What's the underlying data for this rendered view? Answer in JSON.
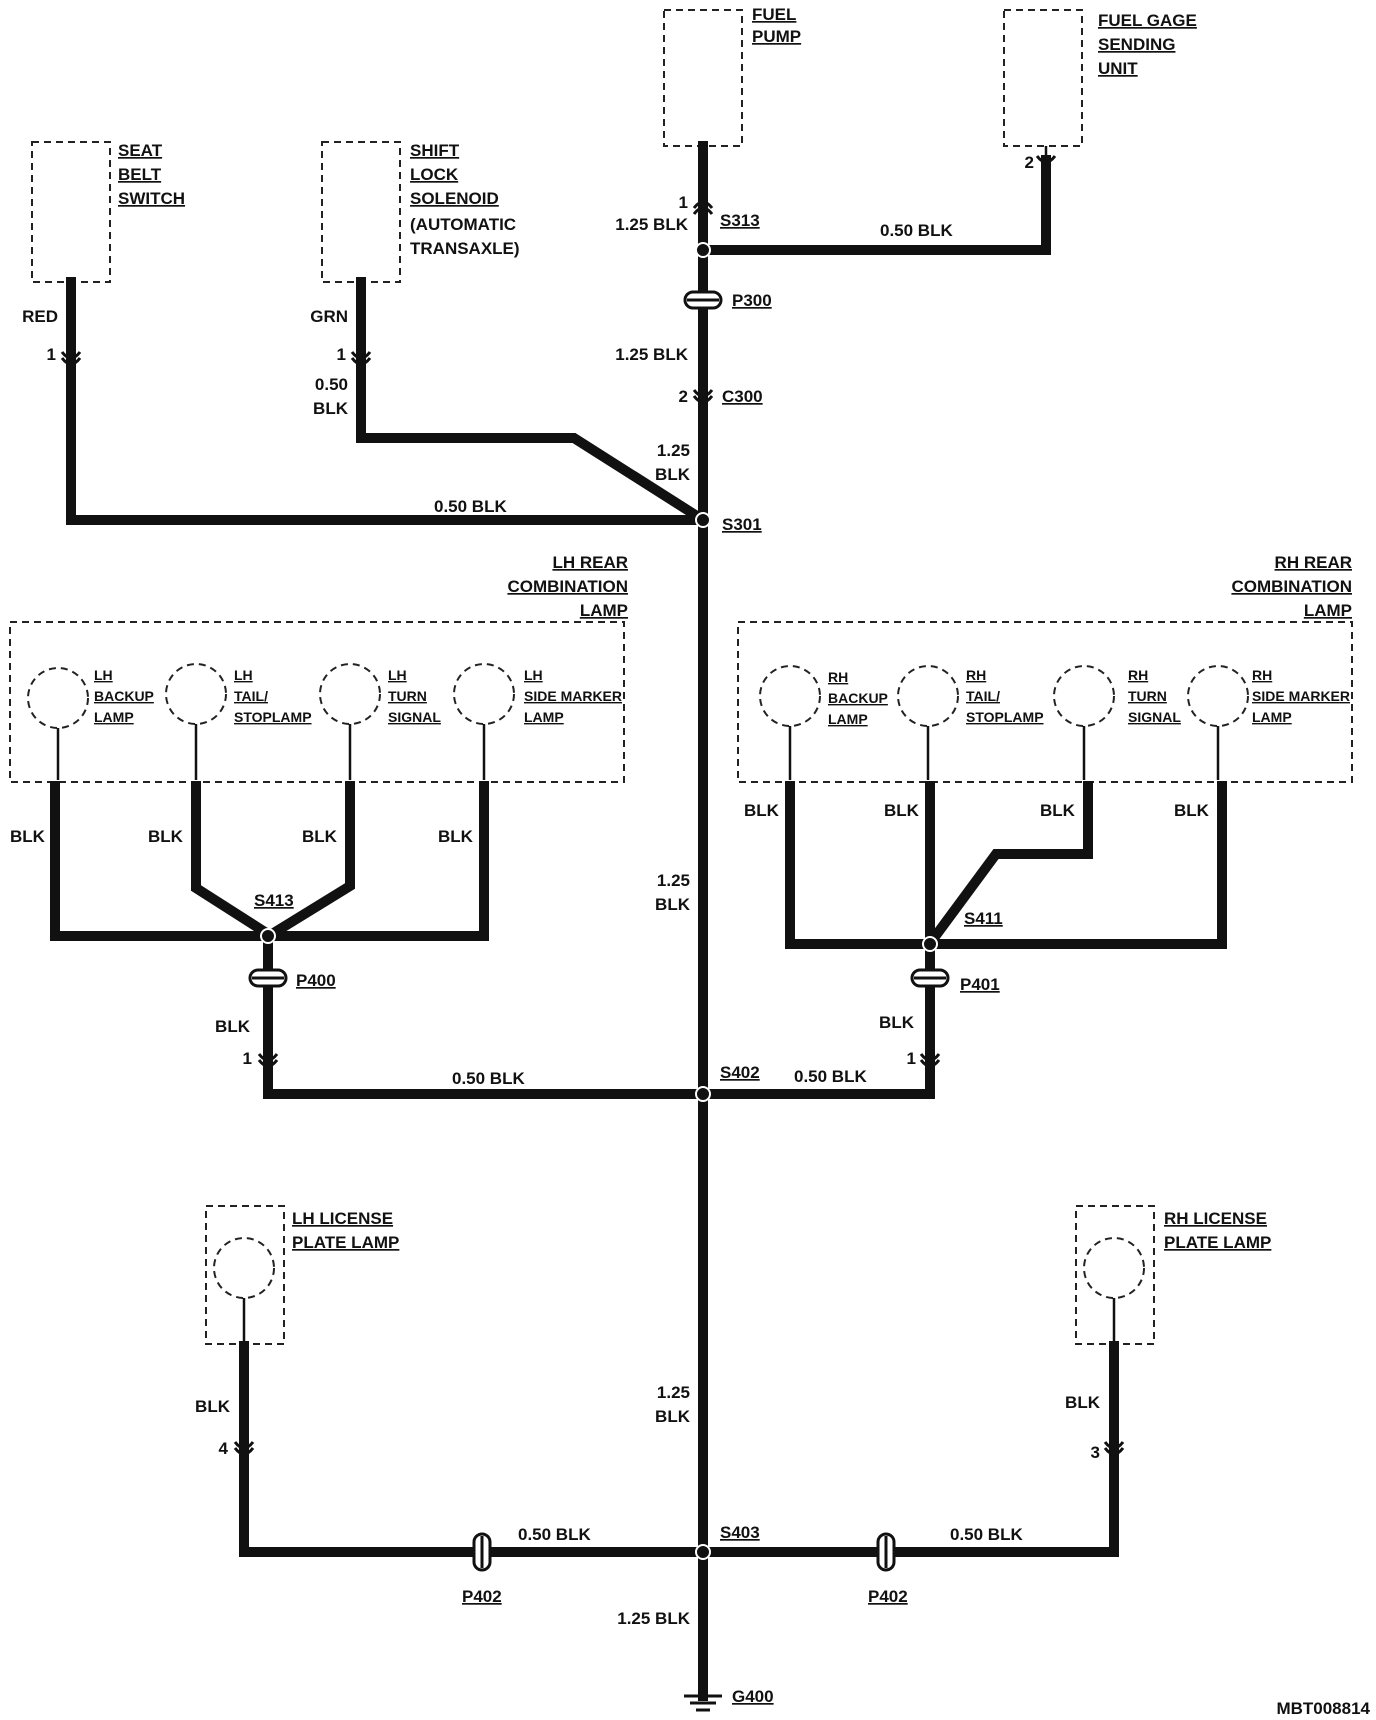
{
  "components": {
    "fuel_pump": [
      "FUEL",
      "PUMP"
    ],
    "fuel_gage": [
      "FUEL GAGE",
      "SENDING",
      "UNIT"
    ],
    "seat_belt": [
      "SEAT",
      "BELT",
      "SWITCH"
    ],
    "shift_lock": [
      "SHIFT",
      "LOCK",
      "SOLENOID"
    ],
    "shift_lock_note": [
      "(AUTOMATIC",
      "TRANSAXLE)"
    ],
    "lh_rear": [
      "LH REAR",
      "COMBINATION",
      "LAMP"
    ],
    "rh_rear": [
      "RH REAR",
      "COMBINATION",
      "LAMP"
    ],
    "lh_license": [
      "LH LICENSE",
      "PLATE LAMP"
    ],
    "rh_license": [
      "RH LICENSE",
      "PLATE LAMP"
    ]
  },
  "lamps": {
    "lh_backup": [
      "LH",
      "BACKUP",
      "LAMP"
    ],
    "lh_tail": [
      "LH",
      "TAIL/",
      "STOPLAMP"
    ],
    "lh_turn": [
      "LH",
      "TURN",
      "SIGNAL"
    ],
    "lh_side": [
      "LH",
      "SIDE MARKER",
      "LAMP"
    ],
    "rh_backup": [
      "RH",
      "BACKUP",
      "LAMP"
    ],
    "rh_tail": [
      "RH",
      "TAIL/",
      "STOPLAMP"
    ],
    "rh_turn": [
      "RH",
      "TURN",
      "SIGNAL"
    ],
    "rh_side": [
      "RH",
      "SIDE MARKER",
      "LAMP"
    ]
  },
  "splices": {
    "s313": "S313",
    "s301": "S301",
    "s413": "S413",
    "s411": "S411",
    "s402": "S402",
    "s403": "S403"
  },
  "connectors": {
    "p300": "P300",
    "c300": "C300",
    "p400": "P400",
    "p401": "P401",
    "p402": "P402",
    "g400": "G400"
  },
  "wires": {
    "blk_125": "1.25 BLK",
    "blk_050": "0.50 BLK",
    "size_125": "1.25",
    "size_050": "0.50",
    "blk": "BLK",
    "red": "RED",
    "grn": "GRN"
  },
  "pins": {
    "p1": "1",
    "p2": "2",
    "p3": "3",
    "p4": "4"
  },
  "figure_id": "MBT008814"
}
